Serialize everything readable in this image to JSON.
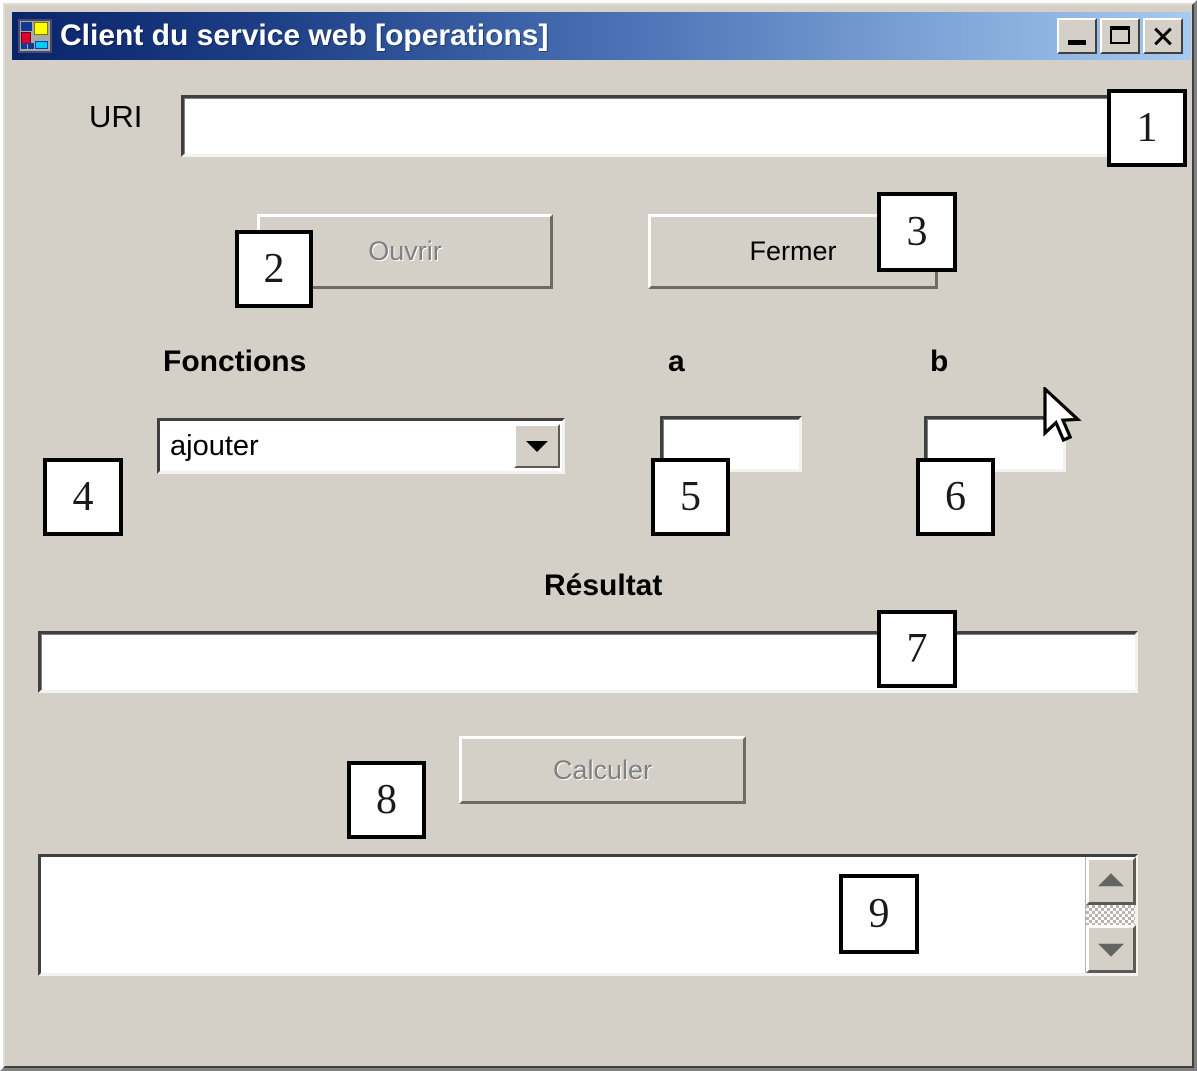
{
  "window": {
    "title": "Client du service web [operations]",
    "icon": "app-icon",
    "background_color": "#d4d0c8",
    "titlebar_gradient_from": "#0a246a",
    "titlebar_gradient_to": "#a6caf0",
    "controls": {
      "minimize": "minimize-icon",
      "maximize": "maximize-icon",
      "close": "close-icon"
    }
  },
  "form": {
    "uri": {
      "label": "URI",
      "value": "",
      "placeholder": ""
    },
    "buttons": {
      "open": {
        "label": "Ouvrir",
        "enabled": false
      },
      "close": {
        "label": "Fermer",
        "enabled": true
      },
      "compute": {
        "label": "Calculer",
        "enabled": false
      }
    },
    "fonctions": {
      "label": "Fonctions",
      "selected": "ajouter",
      "arrow_icon": "chevron-down-icon"
    },
    "operand_a": {
      "label": "a",
      "value": ""
    },
    "operand_b": {
      "label": "b",
      "value": ""
    },
    "result": {
      "label": "Résultat",
      "value": ""
    },
    "log": {
      "items": [],
      "scroll_up_icon": "triangle-up-icon",
      "scroll_down_icon": "triangle-down-icon"
    }
  },
  "callouts": [
    {
      "id": 1,
      "number": "1"
    },
    {
      "id": 2,
      "number": "2"
    },
    {
      "id": 3,
      "number": "3"
    },
    {
      "id": 4,
      "number": "4"
    },
    {
      "id": 5,
      "number": "5"
    },
    {
      "id": 6,
      "number": "6"
    },
    {
      "id": 7,
      "number": "7"
    },
    {
      "id": 8,
      "number": "8"
    },
    {
      "id": 9,
      "number": "9"
    }
  ]
}
